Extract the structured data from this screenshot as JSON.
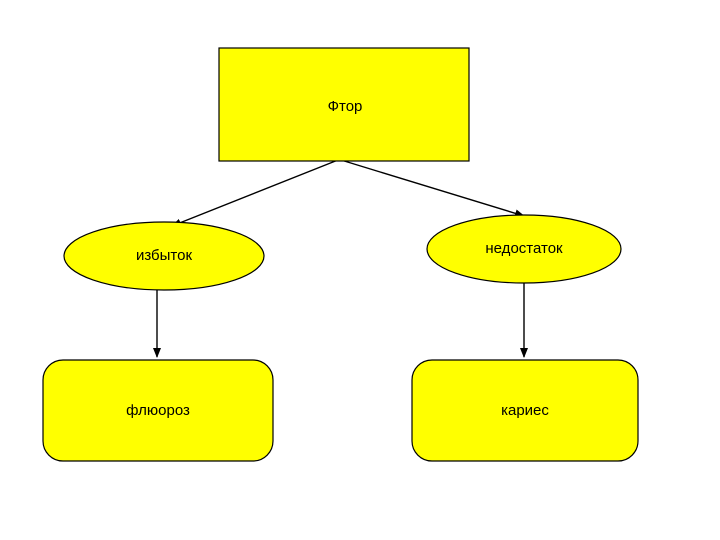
{
  "diagram": {
    "type": "flowchart",
    "title_node": "Фтор",
    "palette": {
      "node_fill": "#ffff00",
      "node_stroke": "#000000",
      "arrow_color": "#000000",
      "background": "#ffffff"
    },
    "nodes": [
      {
        "id": "root",
        "shape": "rectangle",
        "label": "Фтор"
      },
      {
        "id": "excess",
        "shape": "ellipse",
        "label": "избыток"
      },
      {
        "id": "deficit",
        "shape": "ellipse",
        "label": "недостаток"
      },
      {
        "id": "fluorosis",
        "shape": "rounded-rectangle",
        "label": "флюороз"
      },
      {
        "id": "caries",
        "shape": "rounded-rectangle",
        "label": "кариес"
      }
    ],
    "edges": [
      {
        "from": "root",
        "to": "excess"
      },
      {
        "from": "root",
        "to": "deficit"
      },
      {
        "from": "excess",
        "to": "fluorosis"
      },
      {
        "from": "deficit",
        "to": "caries"
      }
    ]
  }
}
